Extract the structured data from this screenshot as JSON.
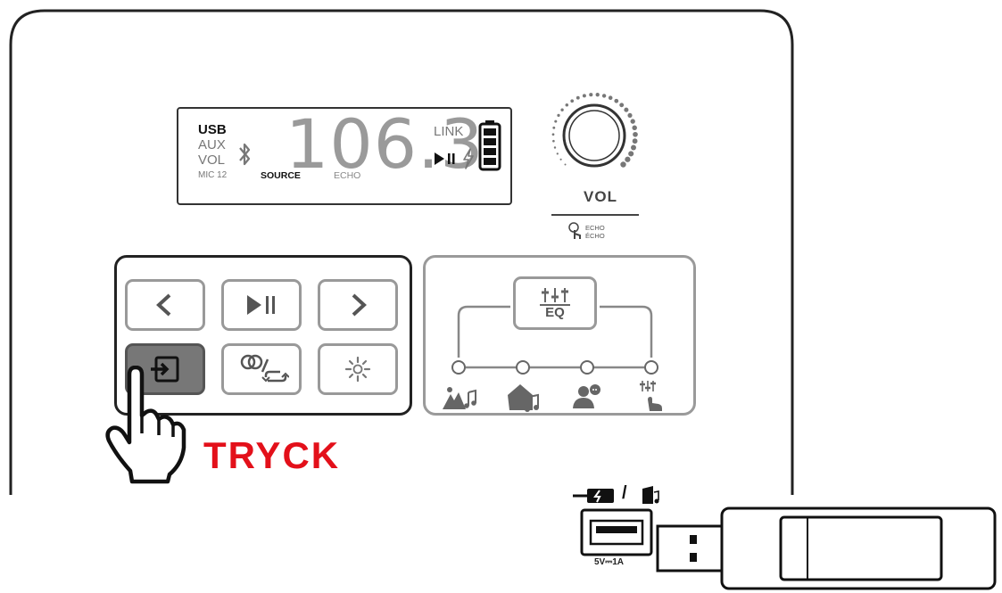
{
  "display": {
    "source_usb": "USB",
    "source_aux": "AUX",
    "source_vol": "VOL",
    "mic": "MIC 12",
    "source_label": "SOURCE",
    "echo_label": "ECHO",
    "frequency": "106.3",
    "link": "LINK",
    "icons": [
      "bluetooth-icon",
      "play-pause-icon",
      "charging-bolt-icon",
      "battery-icon"
    ]
  },
  "volume": {
    "label": "VOL",
    "echo_line1": "ECHO",
    "echo_line2": "ÉCHO"
  },
  "controls": {
    "buttons": [
      "previous-icon",
      "play-pause-icon",
      "next-icon",
      "source-icon",
      "link-repeat-icon",
      "light-icon"
    ],
    "active_button": "source"
  },
  "eq": {
    "label": "EQ",
    "modes": [
      "outdoor-music-icon",
      "indoor-music-icon",
      "speech-icon",
      "custom-eq-icon"
    ]
  },
  "callout": {
    "text": "TRYCK",
    "color": "#e3101a"
  },
  "usb": {
    "rating": "5V⎓1A",
    "icons": [
      "usb-charge-icon",
      "usb-music-icon"
    ]
  }
}
